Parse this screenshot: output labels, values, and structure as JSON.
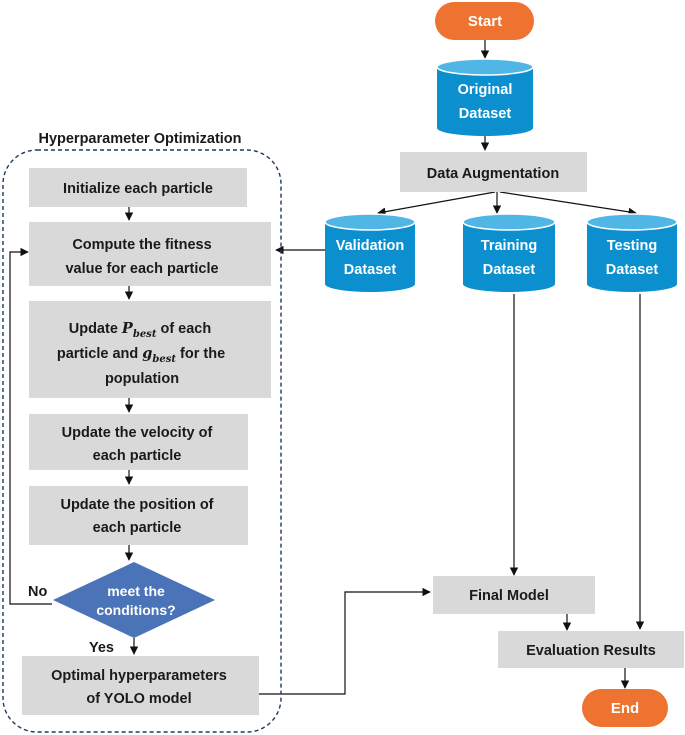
{
  "diagram": {
    "start_label": "Start",
    "original_dataset": [
      "Original",
      "Dataset"
    ],
    "data_augmentation": "Data Augmentation",
    "validation_dataset": [
      "Validation",
      "Dataset"
    ],
    "training_dataset": [
      "Training",
      "Dataset"
    ],
    "testing_dataset": [
      "Testing",
      "Dataset"
    ],
    "final_model": "Final Model",
    "evaluation_results": "Evaluation Results",
    "end_label": "End",
    "hpo_title": "Hyperparameter Optimization",
    "init_particle": "Initialize each particle",
    "compute_fitness": [
      "Compute the fitness",
      "value for each particle"
    ],
    "update_best": {
      "line1_prefix": "Update ",
      "pbest_symbol": "P",
      "pbest_sub": "best",
      "line1_suffix": " of each",
      "line2_prefix": "particle and ",
      "gbest_symbol": "g",
      "gbest_sub": "best",
      "line2_suffix": " for the",
      "line3": "population"
    },
    "update_velocity": [
      "Update the velocity of",
      "each particle"
    ],
    "update_position": [
      "Update the position of",
      "each particle"
    ],
    "decision": [
      "meet the",
      "conditions?"
    ],
    "no_label": "No",
    "yes_label": "Yes",
    "optimal_hyperparams": [
      "Optimal hyperparameters",
      "of YOLO model"
    ],
    "colors": {
      "terminal": "#ee7330",
      "cylinder": "#0c8fcf",
      "cylinder_top": "#4fb6e6",
      "process": "#d9d9d9",
      "decision": "#4a73b8",
      "frame": "#1f3b57"
    }
  }
}
